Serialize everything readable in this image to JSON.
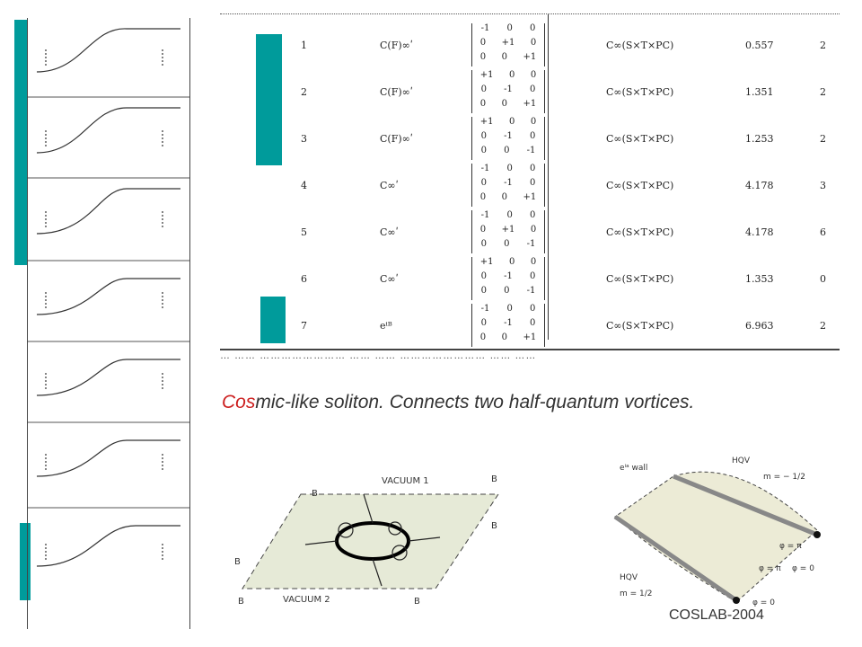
{
  "caption": {
    "highlight": "Cos",
    "rest": "mic-like soliton. Connects two half-quantum vortices."
  },
  "footer": "COSLAB-2004",
  "table": {
    "rows": [
      {
        "n": "1",
        "sym": "C(F)∞ʹ",
        "mat": [
          [
            "-1",
            "0",
            "0"
          ],
          [
            "0",
            "+1",
            "0"
          ],
          [
            "0",
            "0",
            "+1"
          ]
        ],
        "group": "C∞(S×T×PC)",
        "val": "0.557",
        "deg": "2"
      },
      {
        "n": "2",
        "sym": "C(F)∞ʹ",
        "mat": [
          [
            "+1",
            "0",
            "0"
          ],
          [
            "0",
            "-1",
            "0"
          ],
          [
            "0",
            "0",
            "+1"
          ]
        ],
        "group": "C∞(S×T×PC)",
        "val": "1.351",
        "deg": "2"
      },
      {
        "n": "3",
        "sym": "C(F)∞ʹ",
        "mat": [
          [
            "+1",
            "0",
            "0"
          ],
          [
            "0",
            "-1",
            "0"
          ],
          [
            "0",
            "0",
            "-1"
          ]
        ],
        "group": "C∞(S×T×PC)",
        "val": "1.253",
        "deg": "2"
      },
      {
        "n": "4",
        "sym": "C∞ʹ",
        "mat": [
          [
            "-1",
            "0",
            "0"
          ],
          [
            "0",
            "-1",
            "0"
          ],
          [
            "0",
            "0",
            "+1"
          ]
        ],
        "group": "C∞(S×T×PC)",
        "val": "4.178",
        "deg": "3"
      },
      {
        "n": "5",
        "sym": "C∞ʹ",
        "mat": [
          [
            "-1",
            "0",
            "0"
          ],
          [
            "0",
            "+1",
            "0"
          ],
          [
            "0",
            "0",
            "-1"
          ]
        ],
        "group": "C∞(S×T×PC)",
        "val": "4.178",
        "deg": "6"
      },
      {
        "n": "6",
        "sym": "C∞ʹ",
        "mat": [
          [
            "+1",
            "0",
            "0"
          ],
          [
            "0",
            "-1",
            "0"
          ],
          [
            "0",
            "0",
            "-1"
          ]
        ],
        "group": "C∞(S×T×PC)",
        "val": "1.353",
        "deg": "0"
      },
      {
        "n": "7",
        "sym": "eⁱᴮ",
        "mat": [
          [
            "-1",
            "0",
            "0"
          ],
          [
            "0",
            "-1",
            "0"
          ],
          [
            "0",
            "0",
            "+1"
          ]
        ],
        "group": "C∞(S×T×PC)",
        "val": "6.963",
        "deg": "2"
      }
    ]
  },
  "diagram_left": {
    "vacuum1": "VACUUM 1",
    "vacuum2": "VACUUM 2",
    "b": "B"
  },
  "diagram_right": {
    "wall": "eⁱᵃ wall",
    "hqv_top": "HQV",
    "m_top": "m = − 1/2",
    "hqv_bottom": "HQV",
    "m_bottom": "m = 1/2",
    "phi_pi_top": "φ = π",
    "phi_pi_mid": "φ = π",
    "phi_0_mid": "φ = 0",
    "phi_0_bot": "φ = 0"
  },
  "colors": {
    "accent": "#009b9b",
    "highlight": "#cc1f1f"
  }
}
